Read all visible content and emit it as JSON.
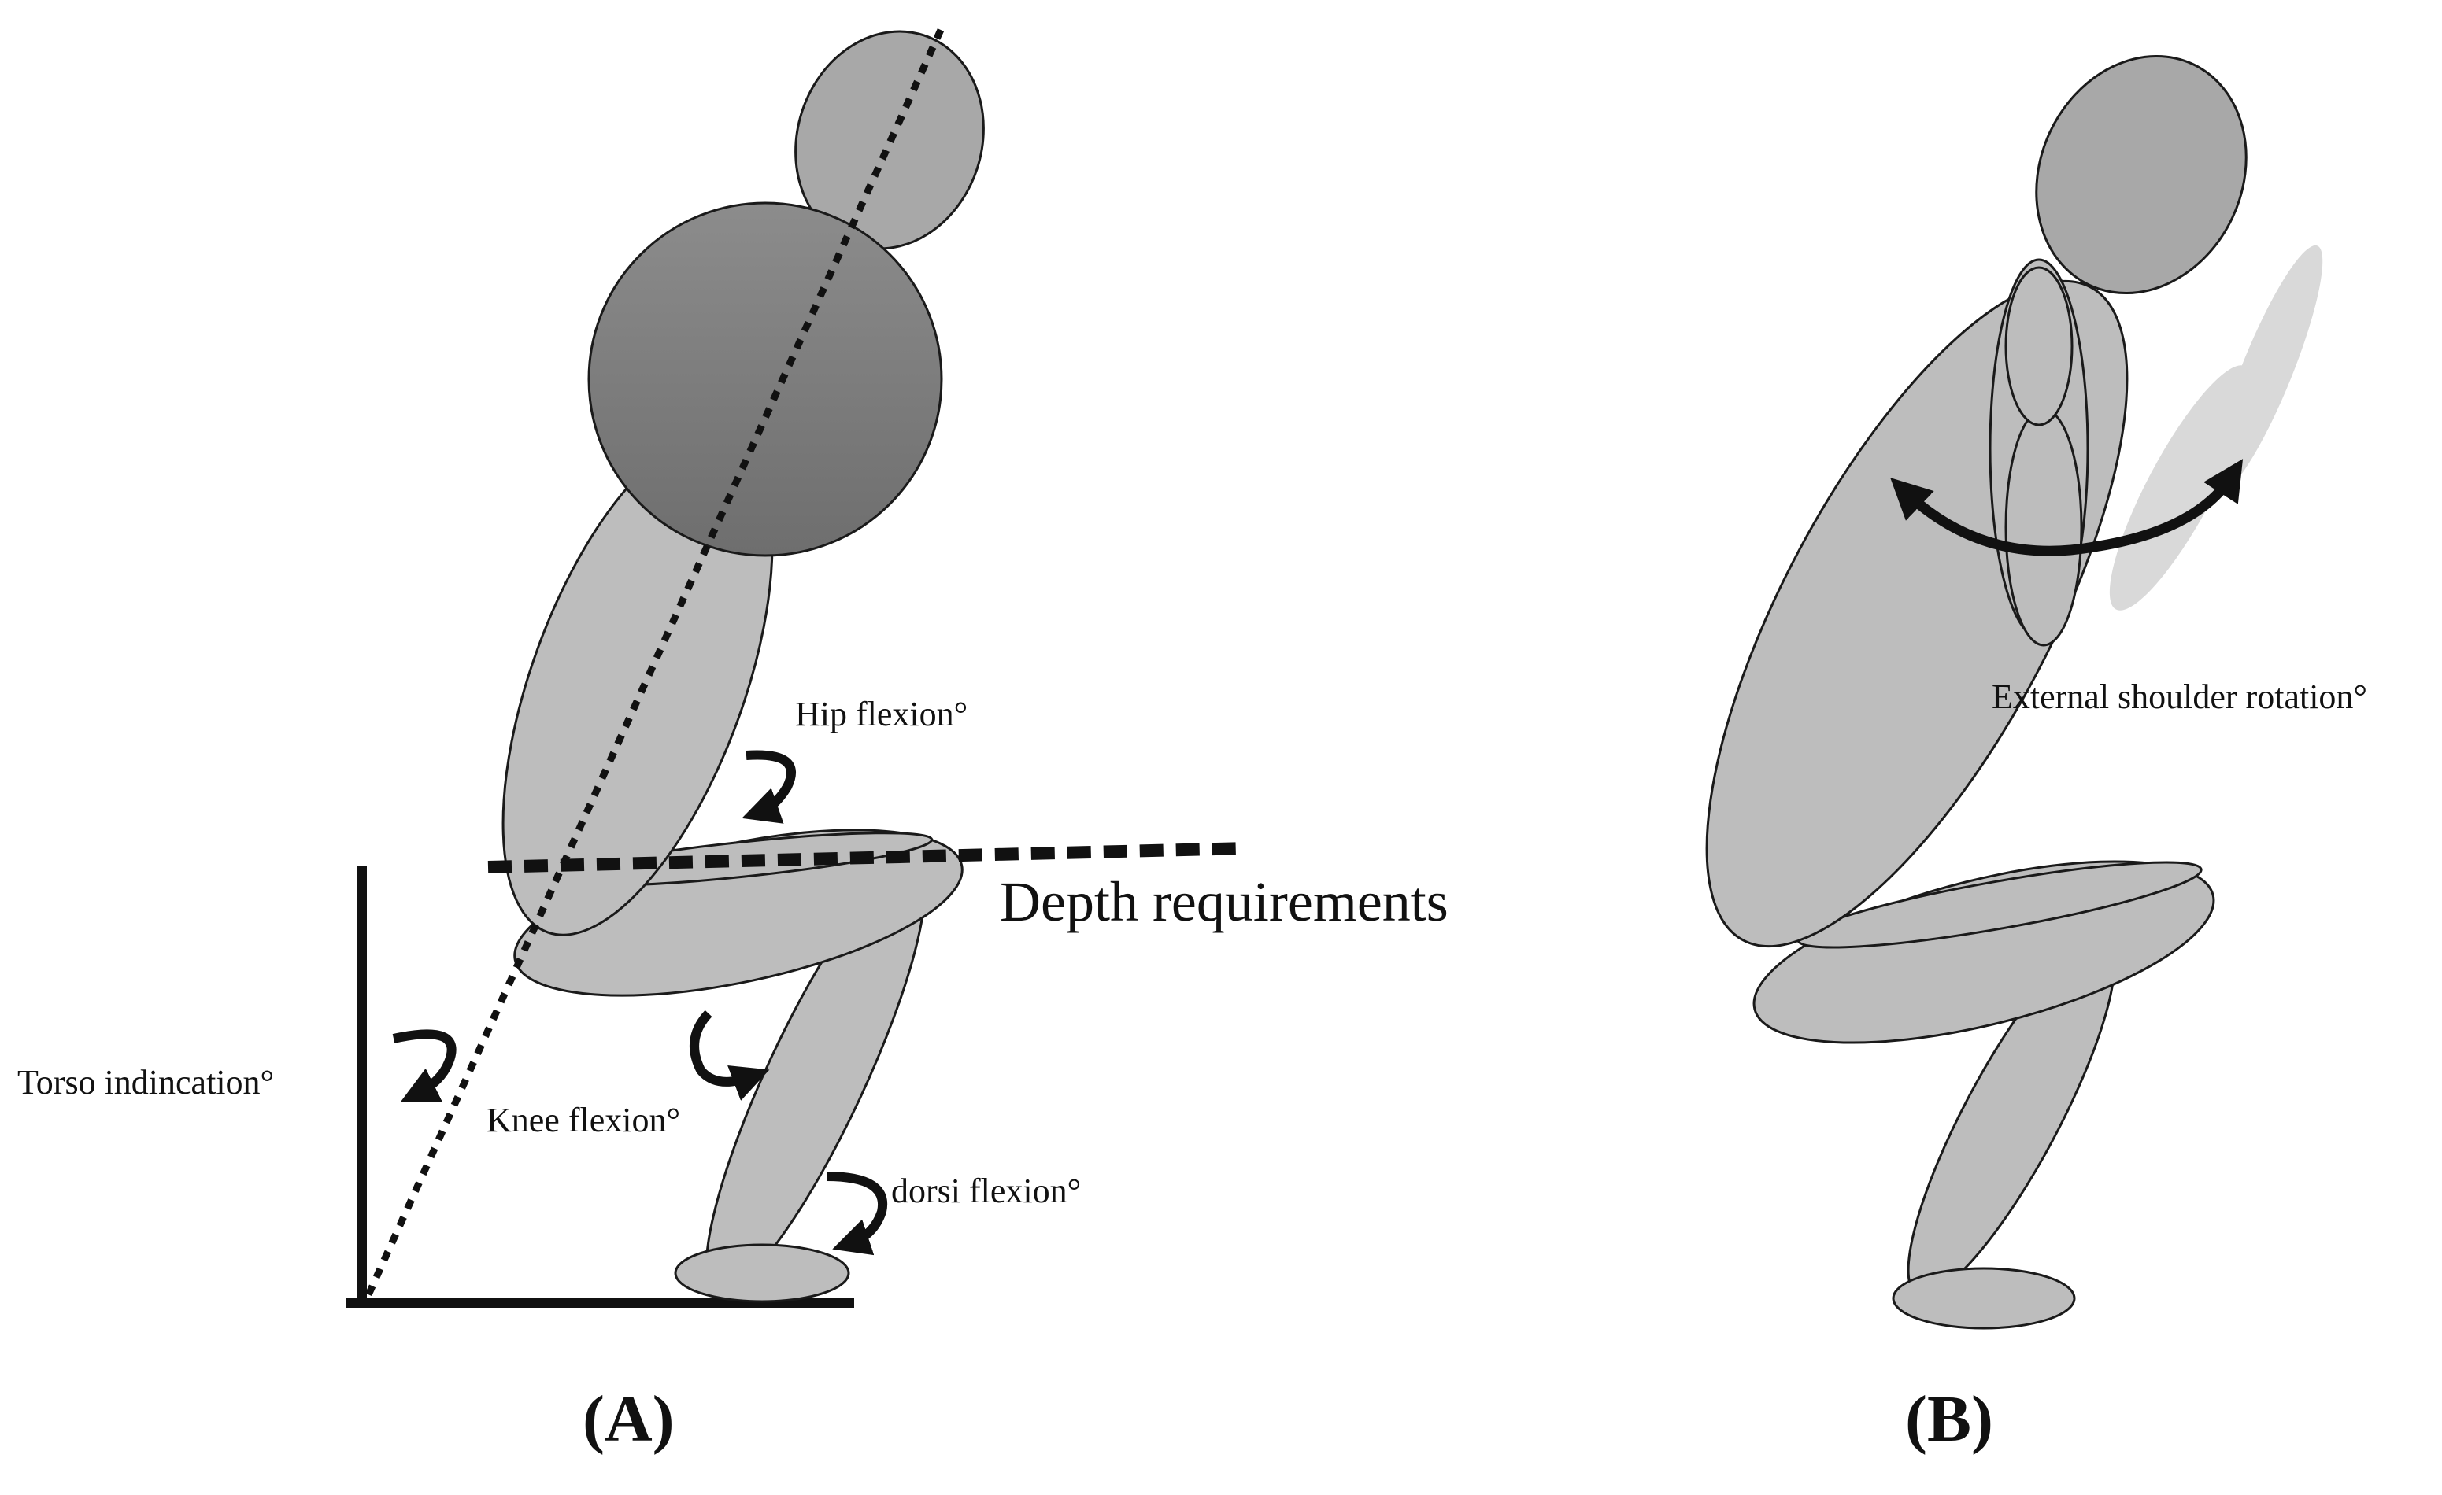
{
  "panel_a": {
    "tag": "(A)",
    "labels": {
      "hip": "Hip flexion°",
      "depth": "Depth requirements",
      "torso": "Torso indincation°",
      "knee": "Knee flexion°",
      "dorsi": "dorsi flexion°"
    }
  },
  "panel_b": {
    "tag": "(B)",
    "labels": {
      "shoulder": "External shoulder rotation°"
    }
  },
  "colors": {
    "segment_fill": "#bdbdbd",
    "head_fill": "#a8a8a8",
    "torso_ball_top": "#8c8c8c",
    "torso_ball_bottom": "#6e6e6e",
    "ghost_arm": "#d9d9d9",
    "outline": "#1a1a1a"
  }
}
